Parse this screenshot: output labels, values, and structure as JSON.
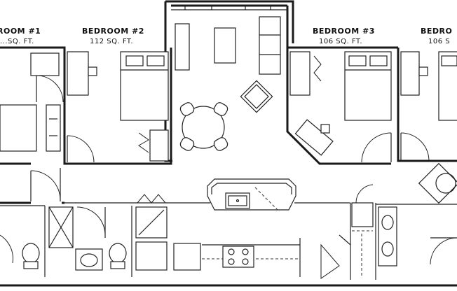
{
  "rooms": [
    {
      "title": "ROOM #1",
      "area": "...SQ. FT."
    },
    {
      "title": "BEDROOM #2",
      "area": "112 SQ. FT."
    },
    {
      "title": "BEDROOM #3",
      "area": "106 SQ. FT."
    },
    {
      "title": "BEDRO",
      "area": "106 S"
    }
  ]
}
